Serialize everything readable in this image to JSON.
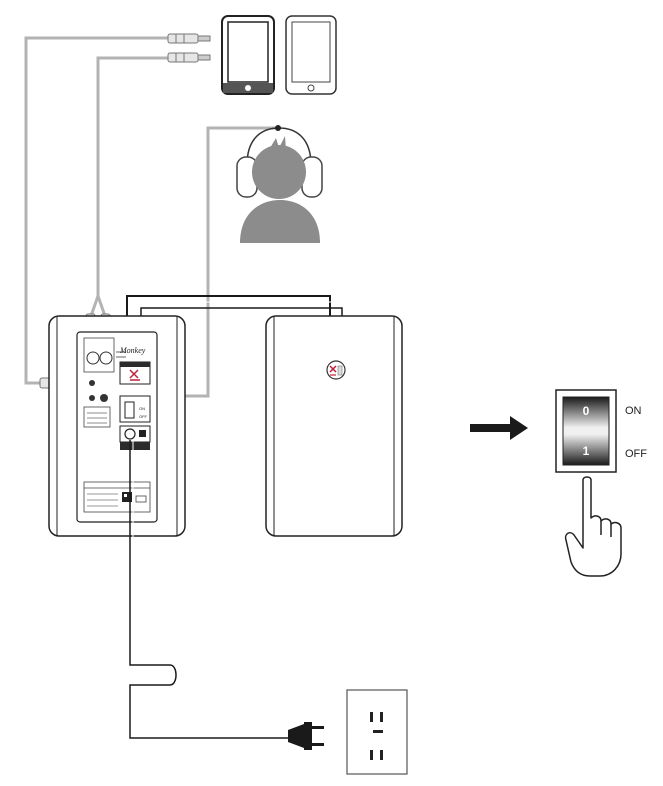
{
  "switch": {
    "on_label": "ON",
    "off_label": "OFF",
    "top_mark": "0",
    "bottom_mark": "1"
  },
  "rear_panel": {
    "brand": "Monkey",
    "switch_on": "ON",
    "switch_off": "OFF"
  },
  "colors": {
    "cable_gray": "#b3b3b3",
    "cable_dark": "#1a1a1a",
    "person_gray": "#8c8c8c",
    "panel_gray": "#2b2b2b"
  }
}
